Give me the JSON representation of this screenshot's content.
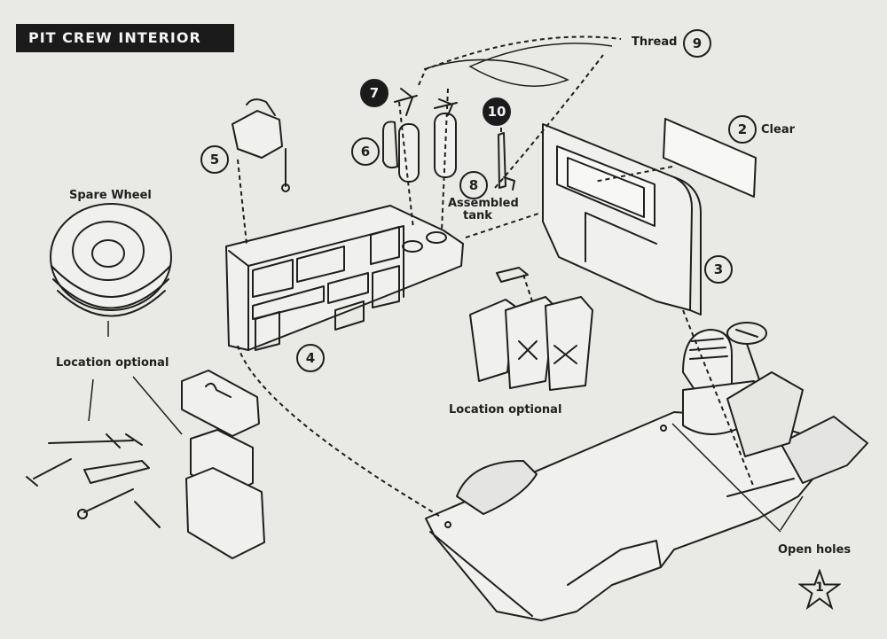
{
  "title": "PIT CREW INTERIOR",
  "labels": {
    "thread": "Thread",
    "clear": "Clear",
    "spare_wheel": "Spare Wheel",
    "location_optional_left": "Location optional",
    "location_optional_center": "Location optional",
    "assembled_tank": "Assembled",
    "assembled_tank_2": "tank",
    "open_holes": "Open holes"
  },
  "parts": {
    "p1": "1",
    "p2": "2",
    "p3": "3",
    "p4": "4",
    "p5": "5",
    "p6": "6",
    "p7": "7",
    "p8": "8",
    "p9": "9",
    "p10": "10"
  },
  "colors": {
    "paper": "#e9e9e6",
    "ink": "#1f1f1f",
    "title_bg": "#1b1b1b"
  }
}
